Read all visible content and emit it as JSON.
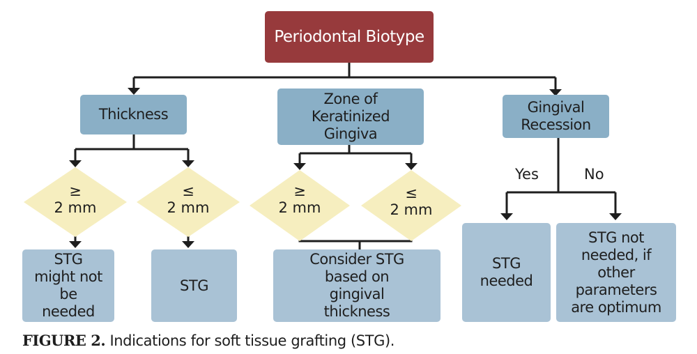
{
  "root": {
    "label": "Periodontal Biotype"
  },
  "branches": [
    {
      "label": "Thickness",
      "conditions": [
        {
          "symbol": "≥",
          "value": "2 mm"
        },
        {
          "symbol": "≤",
          "value": "2 mm"
        }
      ],
      "outcomes": [
        "STG might not be needed",
        "STG"
      ]
    },
    {
      "label": "Zone of Keratinized Gingiva",
      "conditions": [
        {
          "symbol": "≥",
          "value": "2 mm"
        },
        {
          "symbol": "≤",
          "value": "2 mm"
        }
      ],
      "outcomes": [
        "Consider STG based on gingival thickness"
      ]
    },
    {
      "label": "Gingival Recession",
      "answers": [
        "Yes",
        "No"
      ],
      "outcomes": [
        "STG needed",
        "STG not needed, if other parameters are optimum"
      ]
    }
  ],
  "caption": {
    "label": "FIGURE 2.",
    "text": "Indications for soft tissue grafting (STG)."
  },
  "colors": {
    "root": "#973a3c",
    "heading": "#8aafc6",
    "outcome": "#a9c2d5",
    "condition": "#f6eebf",
    "line": "#1e1e1e"
  }
}
